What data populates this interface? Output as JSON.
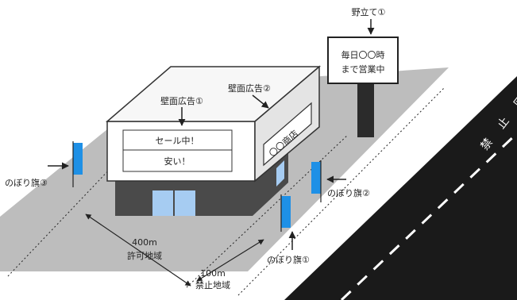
{
  "labels": {
    "signboard": "野立て①",
    "signboard_text_line1": "毎日〇〇時",
    "signboard_text_line2": "まで営業中",
    "wall_ad_front": "壁面広告①",
    "wall_ad_side": "壁面広告②",
    "front_sign_line1": "セール中！",
    "front_sign_line2": "安い！",
    "side_sign": "〇〇商店",
    "flag_1": "のぼり旗①",
    "flag_2": "のぼり旗②",
    "flag_3": "のぼり旗③",
    "distance_400": "400m",
    "permitted_area": "許可地域",
    "distance_100": "100m",
    "prohibited_area": "禁止地域",
    "road_marking": "禁止区間"
  },
  "colors": {
    "ground": "#bdbdbd",
    "building_dark": "#4a4a4a",
    "building_roof": "#f7f7f7",
    "building_side": "#e4e4e4",
    "window": "#a6ccf2",
    "flag": "#1e90e6",
    "road": "#1a1a1a",
    "pole": "#2b2b2b"
  }
}
